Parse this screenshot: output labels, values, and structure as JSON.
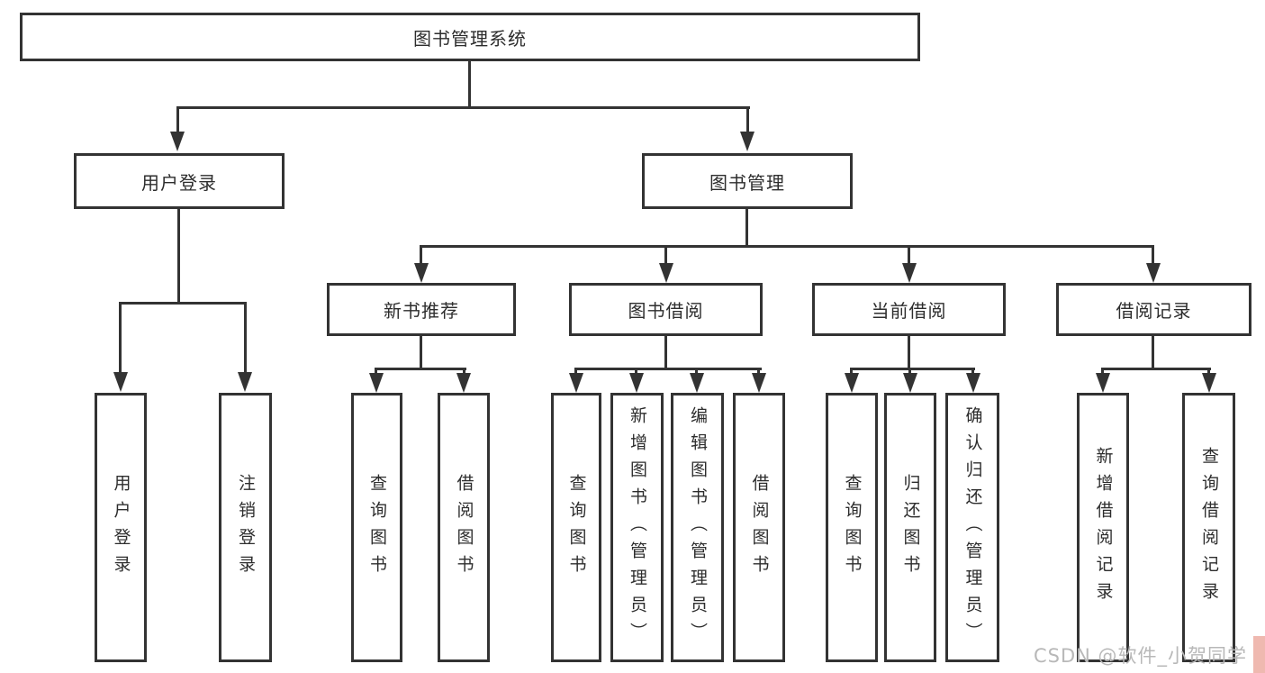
{
  "diagram": {
    "title": "图书管理系统",
    "level2": [
      {
        "label": "用户登录",
        "children": [
          {
            "label": "用户登录"
          },
          {
            "label": "注销登录"
          }
        ]
      },
      {
        "label": "图书管理",
        "sections": [
          {
            "label": "新书推荐",
            "children": [
              {
                "label": "查询图书"
              },
              {
                "label": "借阅图书"
              }
            ]
          },
          {
            "label": "图书借阅",
            "children": [
              {
                "label": "查询图书"
              },
              {
                "label": "新增图书（管理员）"
              },
              {
                "label": "编辑图书（管理员）"
              },
              {
                "label": "借阅图书"
              }
            ]
          },
          {
            "label": "当前借阅",
            "children": [
              {
                "label": "查询图书"
              },
              {
                "label": "归还图书"
              },
              {
                "label": "确认归还（管理员）"
              }
            ]
          },
          {
            "label": "借阅记录",
            "children": [
              {
                "label": "新增借阅记录"
              },
              {
                "label": "查询借阅记录"
              }
            ]
          }
        ]
      }
    ]
  },
  "watermark": {
    "text": "CSDN @软件_小贺同学"
  },
  "colors": {
    "line": "#333333",
    "text": "#2d2d2d",
    "box_background": "#ffffff",
    "watermark_text": "#b8b8b8",
    "watermark_strip": "#efb9b0"
  }
}
